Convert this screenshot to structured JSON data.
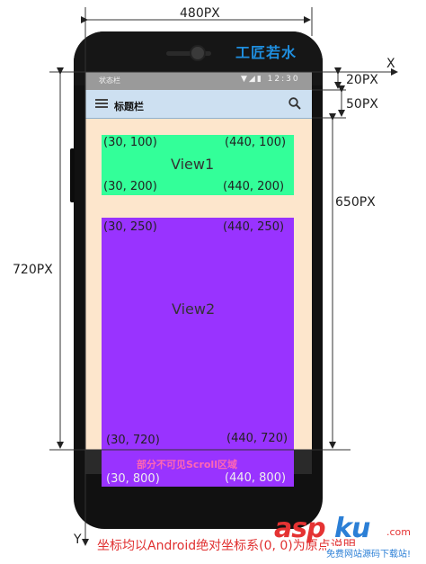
{
  "dimensions": {
    "width": "480PX",
    "statusbar_height": "20PX",
    "titlebar_height": "50PX",
    "content_height": "650PX",
    "screen_height": "720PX"
  },
  "axes": {
    "x": "X",
    "y": "Y"
  },
  "phone": {
    "brand": "工匠若水",
    "status_label": "状态栏",
    "status_time": "12:30",
    "title_label": "标题栏",
    "menu_icon": "hamburger-icon",
    "search_icon": "search-icon"
  },
  "view1": {
    "label": "View1",
    "top_left": "(30, 100)",
    "top_right": "(440, 100)",
    "bottom_left": "(30, 200)",
    "bottom_right": "(440, 200)",
    "color": "#33ff99"
  },
  "view2": {
    "label": "View2",
    "top_left": "(30, 250)",
    "top_right": "(440, 250)",
    "mid_left": "(30, 720)",
    "mid_right": "(440, 720)",
    "bottom_left": "(30, 800)",
    "bottom_right": "(440, 800)",
    "hidden_label": "部分不可见Scroll区域",
    "color": "#9933ff"
  },
  "footer": "坐标均以Android绝对坐标系(0, 0)为原点说明",
  "watermark": {
    "asp": "asp",
    "ku": "ku",
    "com": ".com",
    "sub": "免费网站源码下载站!"
  }
}
